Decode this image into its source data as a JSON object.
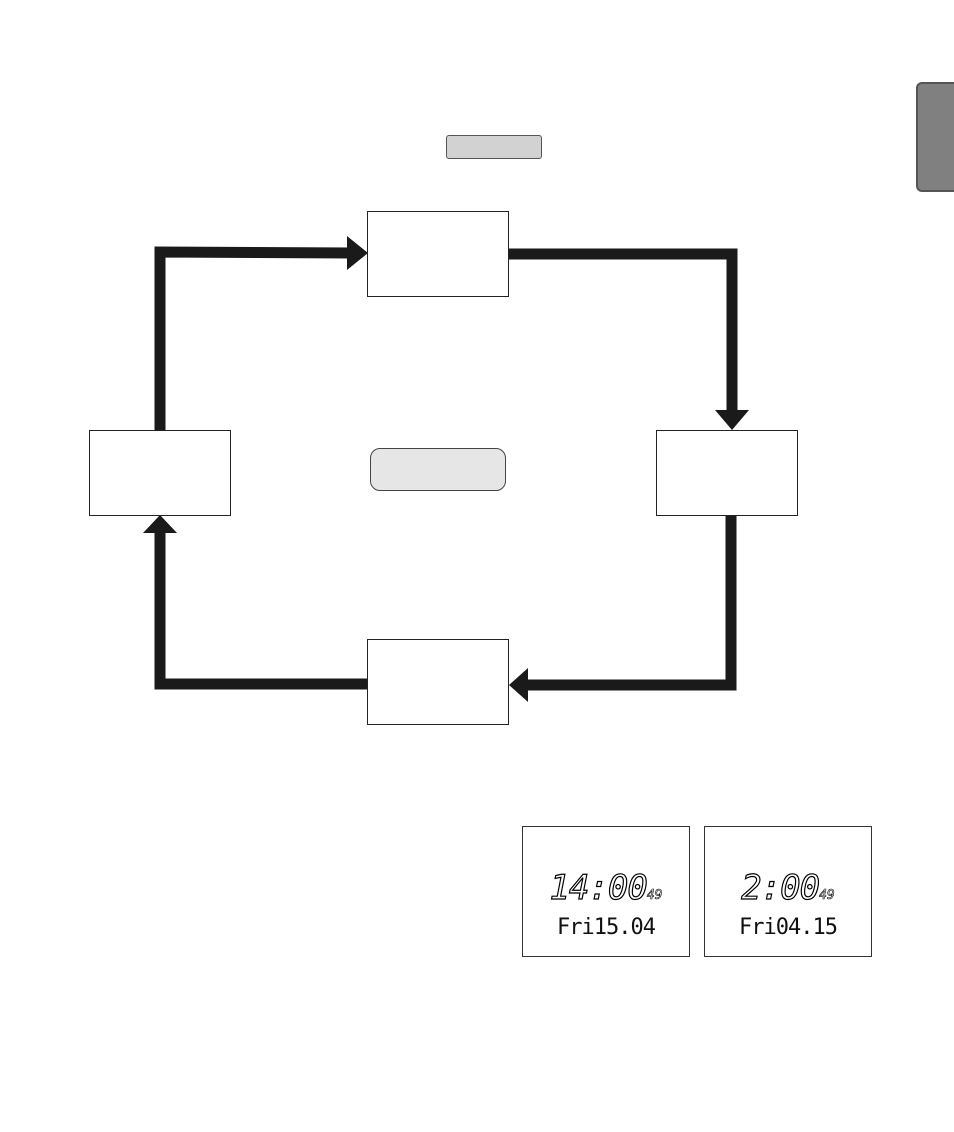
{
  "lcd_displays": [
    {
      "time": "14:00",
      "seconds": "49",
      "date": "Fri15.04"
    },
    {
      "time": "2:00",
      "seconds": "49",
      "date": "Fri04.15"
    }
  ],
  "colors": {
    "arrow": "#1a1a1a",
    "side_tab": "#808080",
    "button_top": "#d2d2d2",
    "button_center": "#e6e6e6"
  }
}
